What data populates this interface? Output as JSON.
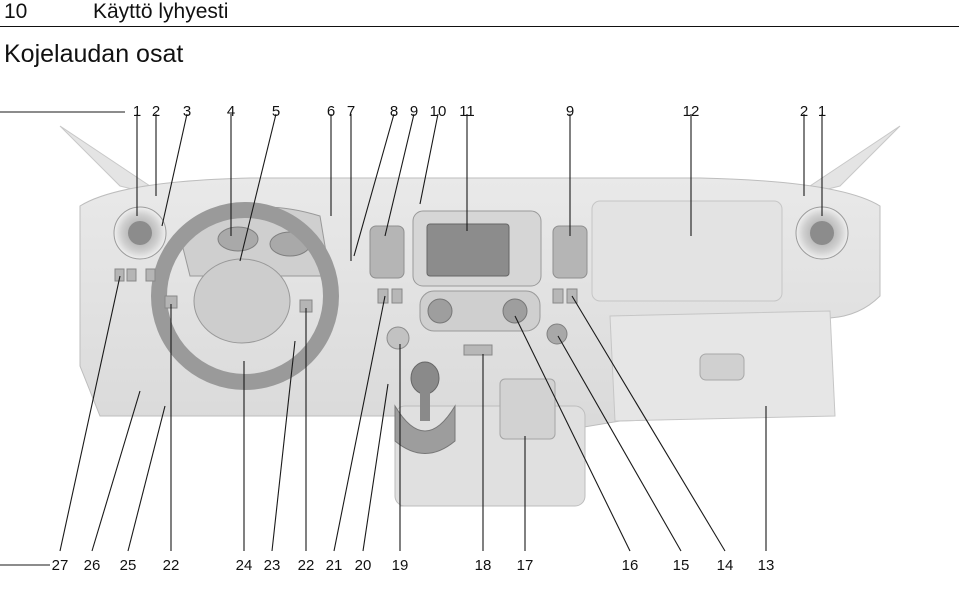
{
  "header": {
    "page_number": "10",
    "section": "Käyttö lyhyesti"
  },
  "heading": "Kojelaudan osat",
  "top_labels": [
    "1",
    "2",
    "3",
    "4",
    "5",
    "6",
    "7",
    "8",
    "9",
    "10",
    "11",
    "9",
    "12",
    "2",
    "1"
  ],
  "bottom_labels": [
    "27",
    "26",
    "25",
    "22",
    "24",
    "23",
    "22",
    "21",
    "20",
    "19",
    "18",
    "17",
    "16",
    "15",
    "14",
    "13"
  ],
  "colors": {
    "background": "#ffffff",
    "illustration": "#d8d8d8",
    "line": "#1a1a1a"
  }
}
